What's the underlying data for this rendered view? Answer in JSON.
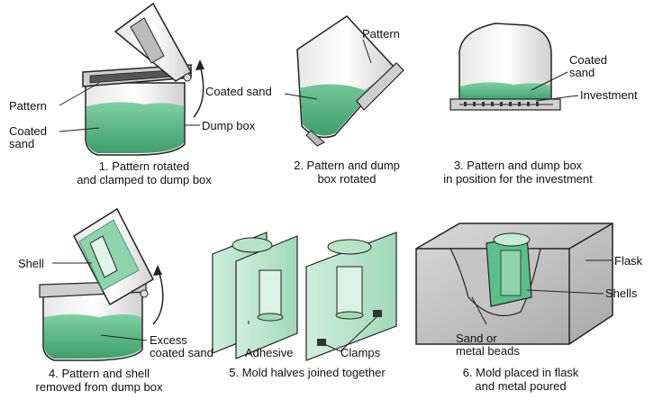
{
  "steps": [
    {
      "caption_line1": "1. Pattern rotated",
      "caption_line2": "and clamped to dump box",
      "labels": {
        "pattern": "Pattern",
        "coated_sand": "Coated",
        "coated_sand_2": "sand",
        "dump_box": "Dump box"
      }
    },
    {
      "caption_line1": "2. Pattern and dump",
      "caption_line2": "box rotated",
      "labels": {
        "pattern": "Pattern",
        "coated_sand": "Coated sand"
      }
    },
    {
      "caption_line1": "3. Pattern and dump box",
      "caption_line2": "in position for the investment",
      "labels": {
        "coated_sand": "Coated",
        "coated_sand_2": "sand",
        "investment": "Investment"
      }
    },
    {
      "caption_line1": "4. Pattern and shell",
      "caption_line2": "removed from dump box",
      "labels": {
        "shell": "Shell",
        "excess": "Excess",
        "excess_2": "coated sand"
      }
    },
    {
      "caption_line1": "5. Mold halves joined together",
      "caption_line2": "",
      "labels": {
        "adhesive": "Adhesive",
        "clamps": "Clamps"
      }
    },
    {
      "caption_line1": "6. Mold placed in flask",
      "caption_line2": "and metal poured",
      "labels": {
        "flask": "Flask",
        "shells": "Shells",
        "beads": "Sand or",
        "beads_2": "metal beads"
      }
    }
  ],
  "colors": {
    "sand": "#5cbf8a",
    "sand_dark": "#3e9e6c",
    "pale_green": "#c6ebd4",
    "box_gray": "#d9d9d9",
    "line": "#222222"
  }
}
